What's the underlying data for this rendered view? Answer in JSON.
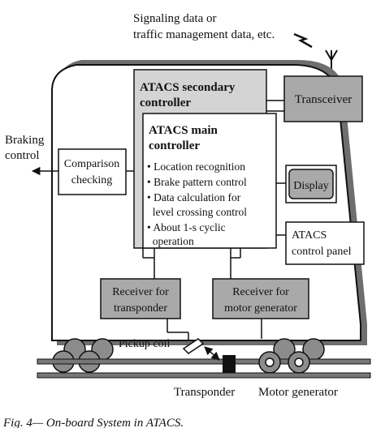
{
  "labels": {
    "signaling_line1": "Signaling data or",
    "signaling_line2": "traffic management data, etc.",
    "braking_line1": "Braking",
    "braking_line2": "control",
    "secondary_line1": "ATACS secondary",
    "secondary_line2": "controller",
    "main_line1": "ATACS main",
    "main_line2": "controller",
    "transceiver": "Transceiver",
    "comparison_line1": "Comparison",
    "comparison_line2": "checking",
    "display": "Display",
    "panel_line1": "ATACS",
    "panel_line2": "control panel",
    "receiver_transponder_line1": "Receiver for",
    "receiver_transponder_line2": "transponder",
    "receiver_motor_line1": "Receiver for",
    "receiver_motor_line2": "motor generator",
    "pickup_coil": "Pickup coil",
    "transponder": "Transponder",
    "motor_generator": "Motor generator",
    "caption": "Fig. 4— On-board System in ATACS."
  },
  "main_functions": [
    "• Location recognition",
    "• Brake pattern control",
    "• Data calculation for",
    "  level crossing control",
    "• About 1-s cyclic",
    "  operation"
  ],
  "colors": {
    "box_gray": "#a9a9a9",
    "secondary_gray": "#d4d4d4",
    "body_outline": "#111111",
    "shadow": "#6e6e6e"
  }
}
